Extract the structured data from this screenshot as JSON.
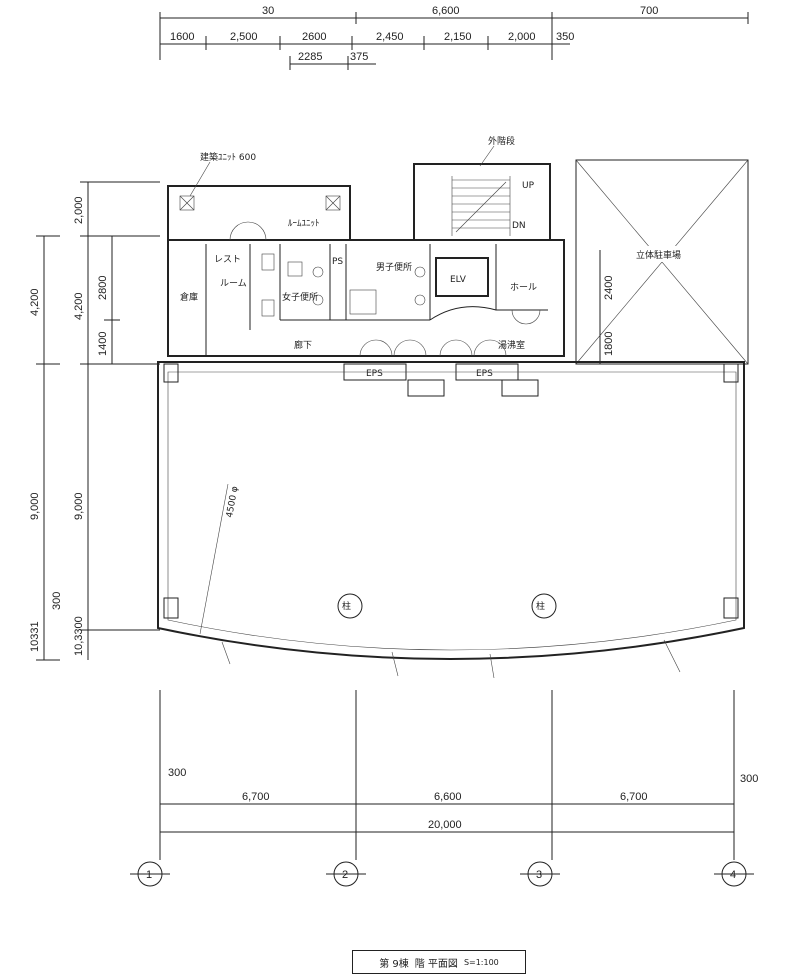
{
  "top_dims": {
    "row1": [
      "30",
      "6,600",
      "700"
    ],
    "row2": [
      "1600",
      "2,500",
      "2600",
      "2,450",
      "2,150",
      "2,000",
      "350"
    ],
    "row3": [
      "2285",
      "375"
    ]
  },
  "left_dims": {
    "outer": [
      "4,200",
      "9,000",
      "10331"
    ],
    "inner": [
      "2,000",
      "4,200",
      "2800",
      "1400",
      "9,000",
      "300",
      "10,3300"
    ]
  },
  "right_dims": [
    "2400",
    "1800",
    "300"
  ],
  "bottom_dims": {
    "spans": [
      "6,700",
      "6,600",
      "6,700"
    ],
    "total": "20,000",
    "edge_left": "300",
    "edge_right": "300"
  },
  "grid_axes": [
    "1",
    "2",
    "3",
    "4"
  ],
  "rooms": {
    "roof_note": "建築ﾕﾆｯﾄ 600",
    "unit": "ﾙｰﾑﾕﾆｯﾄ",
    "stairs": "外階段",
    "stairs_up": "UP",
    "stairs_dn": "DN",
    "office_parking": "立体駐車場",
    "toilet_room": "倉庫",
    "rest": "レスト",
    "rest2": "ルーム",
    "ladies": "女子便所",
    "ps": "PS",
    "mens": "男子便所",
    "elevator": "ELV",
    "hall": "ホール",
    "corridor": "廊下",
    "break_room": "湯沸室",
    "eps1": "EPS",
    "eps2": "EPS",
    "dia": "4500 φ",
    "col1": "柱",
    "col2": "柱"
  },
  "title": {
    "main": "第 9棟",
    "floor": "階 平面図",
    "scale": "S=1:100"
  }
}
